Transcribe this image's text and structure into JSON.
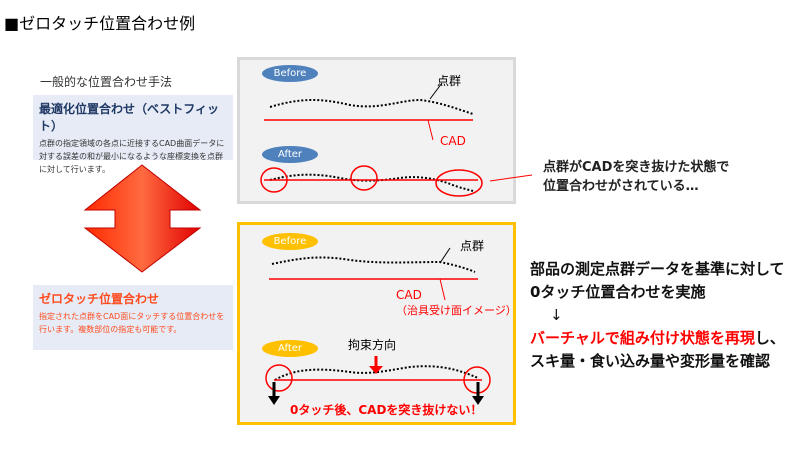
{
  "title": "■ゼロタッチ位置合わせ例",
  "left": {
    "general_label": "一般的な位置合わせ手法",
    "bestfit": {
      "heading": "最適化位置合わせ（ベストフィット）",
      "text": "点群の指定領域の各点に近接するCAD曲面データに対する誤差の和が最小になるような座標変換を点群に対して行います。"
    },
    "zerotouch": {
      "heading": "ゼロタッチ位置合わせ",
      "text": "指定された点群をCAD面にタッチする位置合わせを行います。複数部位の指定も可能です。"
    }
  },
  "panel1": {
    "before": "Before",
    "after": "After",
    "pointcloud": "点群",
    "cad": "CAD"
  },
  "panel2": {
    "before": "Before",
    "after": "After",
    "pointcloud": "点群",
    "cad": "CAD",
    "cad_note": "（治具受け面イメージ）",
    "constraint": "拘束方向",
    "result": "0タッチ後、CADを突き抜けない！"
  },
  "callout": {
    "line1": "点群がCADを突き抜けた状態で",
    "line2": "位置合わせがされている…"
  },
  "summary": {
    "line1": "部品の測定点群データを基準に対して",
    "line2": "0タッチ位置合わせを実施",
    "arrow": "↓",
    "line3_red": "バーチャルで組み付け状態を再現",
    "line3_rest": "し、",
    "line4": "スキ量・食い込み量や変形量を確認"
  },
  "colors": {
    "accent_red": "#ff0000",
    "blue": "#4f81bd",
    "gold": "#ffc000"
  }
}
